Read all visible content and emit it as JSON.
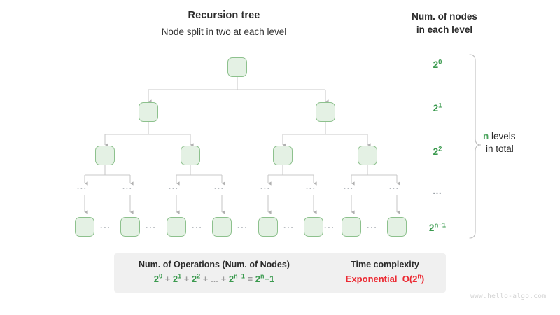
{
  "headings": {
    "tree_title": "Recursion tree",
    "tree_subtitle": "Node split in two at each level",
    "right_title_line1": "Num. of nodes",
    "right_title_line2": "in each level"
  },
  "level_counts": [
    {
      "base": "2",
      "exp": "0"
    },
    {
      "base": "2",
      "exp": "1"
    },
    {
      "base": "2",
      "exp": "2"
    },
    {
      "base": "…",
      "exp": ""
    },
    {
      "base": "2",
      "exp": "n−1"
    }
  ],
  "brace": {
    "n_symbol": "n",
    "line1_rest": "levels",
    "line2": "in total"
  },
  "tree": {
    "node_label": "",
    "gap_dots": "···",
    "column_dots": "···",
    "levels": [
      {
        "index": 0,
        "node_count": 1
      },
      {
        "index": 1,
        "node_count": 2
      },
      {
        "index": 2,
        "node_count": 4
      },
      {
        "index": 3,
        "node_count": 8,
        "is_dots_row": true
      },
      {
        "index": 4,
        "node_count": 8
      }
    ]
  },
  "summary": {
    "left_heading": "Num. of Operations (Num. of Nodes)",
    "equation_terms": [
      {
        "base": "2",
        "exp": "0"
      },
      {
        "base": "2",
        "exp": "1"
      },
      {
        "base": "2",
        "exp": "2"
      },
      {
        "base": "…",
        "exp": ""
      },
      {
        "base": "2",
        "exp": "n−1"
      }
    ],
    "plus": "+",
    "equals": "=",
    "result_base": "2",
    "result_exp": "n",
    "result_tail": "−1",
    "arrow_icon": "right-arrow-icon",
    "right_heading": "Time complexity",
    "right_value_word": "Exponential",
    "right_value_bigo": "O(2",
    "right_value_bigo_exp": "n",
    "right_value_bigo_tail": ")"
  },
  "watermark": "www.hello-algo.com",
  "colors": {
    "node_fill": "#e4f1e4",
    "node_border": "#8dc18d",
    "green_text": "#3a9a4e",
    "red_text": "#ec2a33",
    "gray_text": "#9d9d9d",
    "box_bg": "#f0f0f0",
    "connector": "#c9c9c9"
  }
}
